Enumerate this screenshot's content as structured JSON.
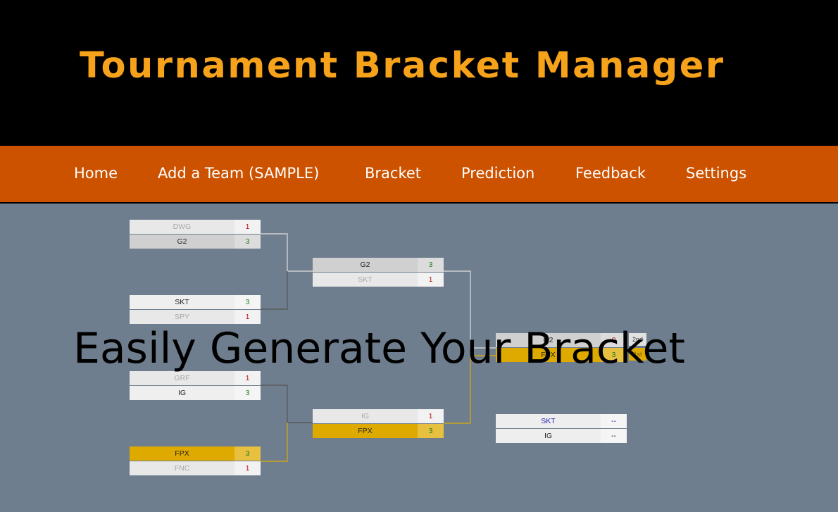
{
  "header": {
    "title": "Tournament Bracket Manager"
  },
  "nav": {
    "items": [
      {
        "label": "Home"
      },
      {
        "label": "Add a Team (SAMPLE)"
      },
      {
        "label": "Bracket"
      },
      {
        "label": "Prediction"
      },
      {
        "label": "Feedback"
      },
      {
        "label": "Settings"
      }
    ]
  },
  "bracket": {
    "quarterfinals": [
      {
        "team1": {
          "name": "DWG",
          "score": "1"
        },
        "team2": {
          "name": "G2",
          "score": "3"
        }
      },
      {
        "team1": {
          "name": "SKT",
          "score": "3"
        },
        "team2": {
          "name": "SPY",
          "score": "1"
        }
      },
      {
        "team1": {
          "name": "GRF",
          "score": "1"
        },
        "team2": {
          "name": "IG",
          "score": "3"
        }
      },
      {
        "team1": {
          "name": "FPX",
          "score": "3"
        },
        "team2": {
          "name": "FNC",
          "score": "1"
        }
      }
    ],
    "semifinals": [
      {
        "team1": {
          "name": "G2",
          "score": "3"
        },
        "team2": {
          "name": "SKT",
          "score": "1"
        }
      },
      {
        "team1": {
          "name": "IG",
          "score": "1"
        },
        "team2": {
          "name": "FPX",
          "score": "3"
        }
      }
    ],
    "final": {
      "team1": {
        "name": "G2",
        "score": "0",
        "place": "2nd"
      },
      "team2": {
        "name": "FPX",
        "score": "3",
        "place": "1st"
      }
    },
    "third_place": {
      "team1": {
        "name": "SKT",
        "score": "--"
      },
      "team2": {
        "name": "IG",
        "score": "--"
      }
    }
  },
  "overlay": {
    "text": "Easily Generate Your Bracket"
  }
}
